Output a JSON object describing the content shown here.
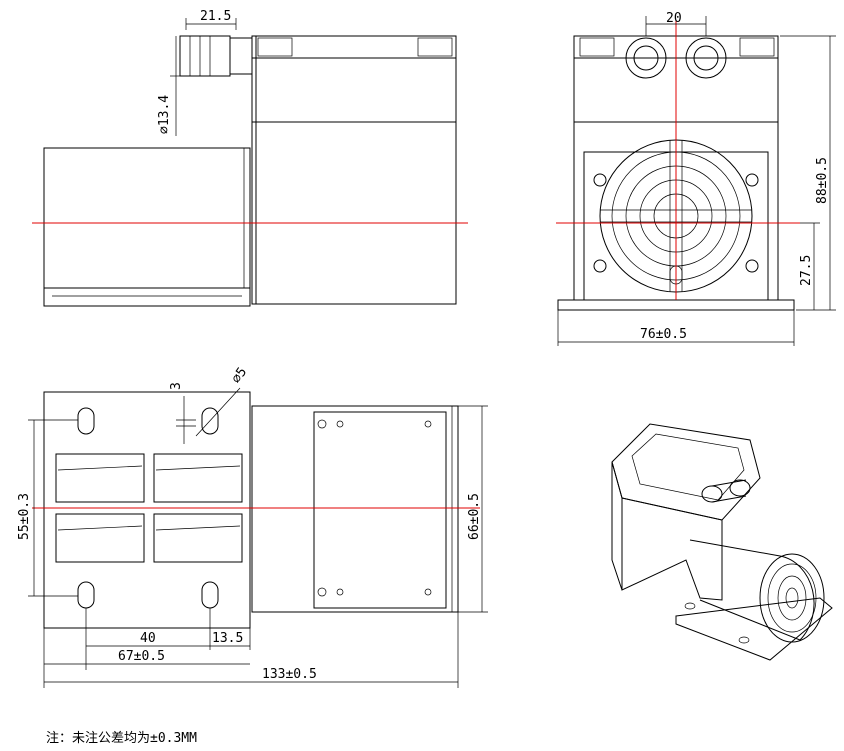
{
  "dimensions": {
    "side_view": {
      "barb_length": "21.5",
      "barb_diameter": "⌀13.4"
    },
    "front_view": {
      "port_spacing": "20",
      "total_height": "88±0.5",
      "center_height": "27.5",
      "base_width": "76±0.5"
    },
    "top_view": {
      "slot_width": "3",
      "slot_diameter": "⌀5",
      "hole_spacing_vertical": "55±0.3",
      "motor_width": "66±0.5",
      "hole_spacing_horizontal": "40",
      "edge_offset": "13.5",
      "base_length": "67±0.5",
      "total_length": "133±0.5"
    }
  },
  "note": "注：未注公差均为±0.3MM",
  "colors": {
    "outline": "#000000",
    "centerline": "#e00000"
  }
}
